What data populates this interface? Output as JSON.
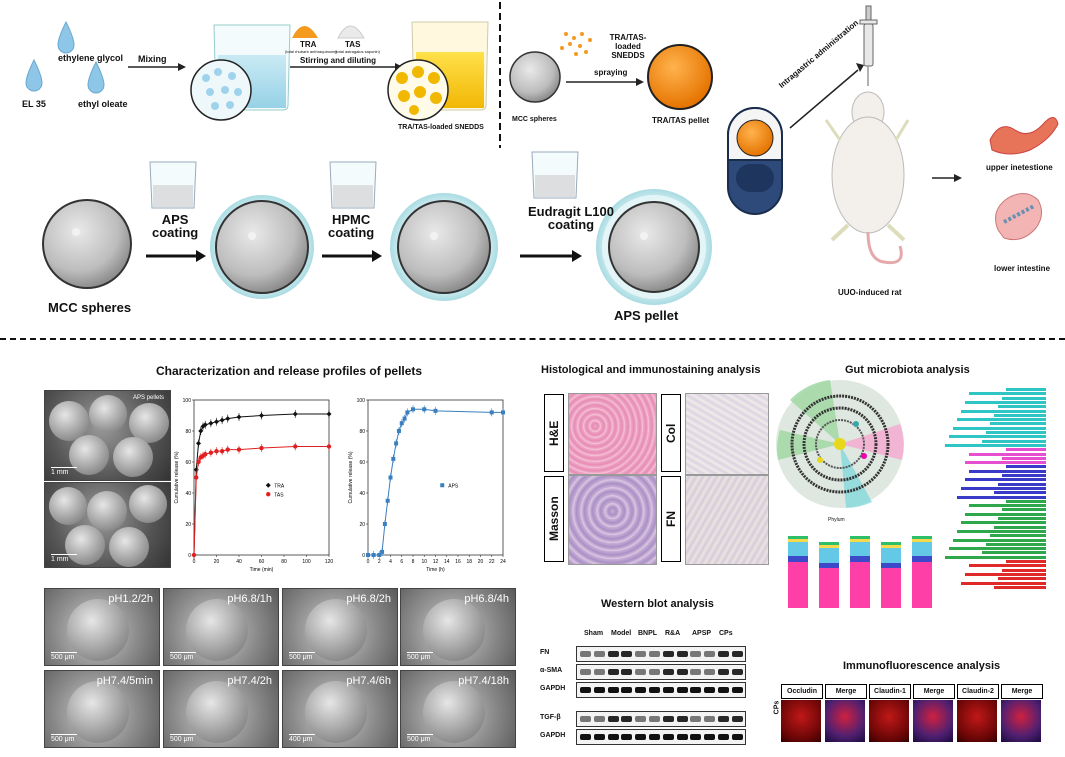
{
  "top": {
    "ethylene_glycol": "ethylene glycol",
    "el35": "EL 35",
    "ethyl_oleate": "ethyl oleate",
    "mixing": "Mixing",
    "tra": "TRA",
    "tra_sub": "(total rhubarb anthraquinone)",
    "tas": "TAS",
    "tas_sub": "(total astragalus saponin)",
    "stirring": "Stirring and diluting",
    "snedds": "TRA/TAS-loaded SNEDDS",
    "snedds_top": "TRA/TAS-loaded SNEDDS",
    "mcc_small": "MCC spheres",
    "spraying": "spraying",
    "tra_pellet": "TRA/TAS pellet",
    "intragastric": "Intragastric administration",
    "uuo": "UUO-induced rat",
    "upper": "upper inetestione",
    "lower": "lower intestine",
    "mcc_big": "MCC spheres",
    "aps_coating": "APS\ncoating",
    "hpmc_coating": "HPMC\ncoating",
    "eudragit": "Eudragit L100\ncoating",
    "aps_pellet": "APS pellet"
  },
  "bottom": {
    "char_title": "Characterization and release profiles of pellets",
    "sem_top1": "APS pellets",
    "sem_scale": "1 mm",
    "sem_ph": [
      "pH1.2/2h",
      "pH6.8/1h",
      "pH6.8/2h",
      "pH6.8/4h",
      "pH7.4/5min",
      "pH7.4/2h",
      "pH7.4/6h",
      "pH7.4/18h"
    ],
    "sem_ph_scale": [
      "500 μm",
      "500 μm",
      "500 μm",
      "500 μm",
      "500 μm",
      "500 μm",
      "400 μm",
      "500 μm"
    ],
    "hist_title": "Histological and immunostaining analysis",
    "hist_labels": [
      "H&E",
      "Masson",
      "Col",
      "FN"
    ],
    "gut_title": "Gut microbiota analysis",
    "phylum": "Phylum",
    "wb_title": "Western blot analysis",
    "wb_groups": [
      "Sham",
      "Model",
      "BNPL",
      "R&A",
      "APSP",
      "CPs"
    ],
    "wb_rows": [
      "FN",
      "α-SMA",
      "GAPDH",
      "TGF-β",
      "GAPDH"
    ],
    "if_title": "Immunofluorescence analysis",
    "if_labels": [
      "Occludin",
      "Merge",
      "Claudin-1",
      "Merge",
      "Claudin-2",
      "Merge"
    ],
    "if_row": "CPs"
  },
  "chart_data": [
    {
      "type": "line",
      "xlabel": "Time (min)",
      "ylabel": "Cumulative release (%)",
      "xlim": [
        0,
        120
      ],
      "ylim": [
        0,
        100
      ],
      "xticks": [
        0,
        20,
        40,
        60,
        80,
        100,
        120
      ],
      "yticks": [
        0,
        20,
        40,
        60,
        80,
        100
      ],
      "series": [
        {
          "name": "TRA",
          "color": "#111111",
          "marker": "diamond",
          "x": [
            0,
            2,
            4,
            6,
            8,
            10,
            15,
            20,
            25,
            30,
            40,
            60,
            90,
            120
          ],
          "y": [
            0,
            55,
            72,
            80,
            83,
            84,
            85,
            86,
            87,
            88,
            89,
            90,
            91,
            91
          ]
        },
        {
          "name": "TAS",
          "color": "#e02020",
          "marker": "circle",
          "x": [
            0,
            2,
            4,
            6,
            8,
            10,
            15,
            20,
            25,
            30,
            40,
            60,
            90,
            120
          ],
          "y": [
            0,
            50,
            60,
            63,
            64,
            65,
            66,
            67,
            67,
            68,
            68,
            69,
            70,
            70
          ]
        }
      ],
      "legend": "center-right"
    },
    {
      "type": "line",
      "xlabel": "Time (h)",
      "ylabel": "Cumulative release (%)",
      "xlim": [
        0,
        24
      ],
      "ylim": [
        0,
        100
      ],
      "xticks": [
        0,
        2,
        4,
        6,
        8,
        10,
        12,
        14,
        16,
        18,
        20,
        22,
        24
      ],
      "yticks": [
        0,
        20,
        40,
        60,
        80,
        100
      ],
      "series": [
        {
          "name": "APS",
          "color": "#3a7fc0",
          "marker": "square",
          "x": [
            0,
            1,
            2,
            2.5,
            3,
            3.5,
            4,
            4.5,
            5,
            5.5,
            6,
            6.5,
            7,
            8,
            10,
            12,
            22,
            24
          ],
          "y": [
            0,
            0,
            0,
            2,
            20,
            35,
            50,
            62,
            72,
            80,
            85,
            88,
            92,
            94,
            94,
            93,
            92,
            92
          ]
        }
      ],
      "legend": "center-right"
    }
  ]
}
